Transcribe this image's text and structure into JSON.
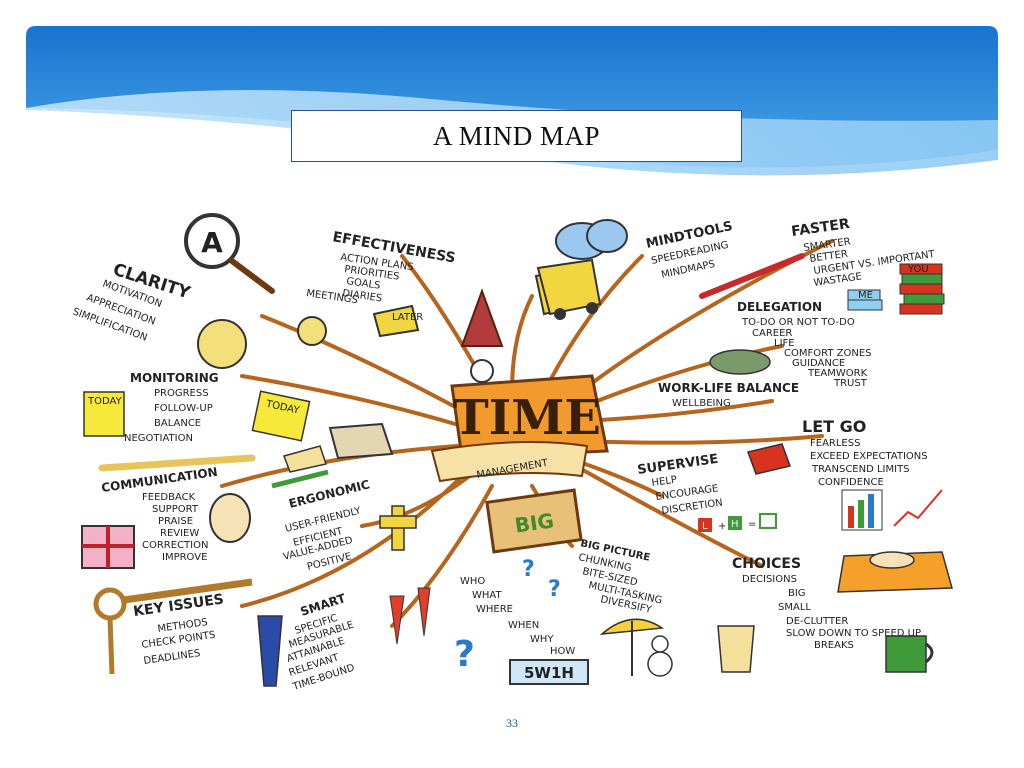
{
  "slide": {
    "title": "A MIND MAP",
    "page_number": "33",
    "colors": {
      "banner_top": "#1a78d2",
      "banner_bottom": "#7fc3f5",
      "title_border": "#2b4f8a",
      "branch": "#b5651d",
      "page_number": "#1a5aa8"
    }
  },
  "mindmap": {
    "center_word": "TIME",
    "center_sub": "MANAGEMENT",
    "branches": [
      {
        "label": "CLARITY",
        "items": [
          "MOTIVATION",
          "APPRECIATION",
          "SIMPLIFICATION"
        ]
      },
      {
        "label": "EFFECTIVENESS",
        "items": [
          "ACTION PLANS",
          "PRIORITIES",
          "GOALS",
          "DIARIES",
          "MEETINGS"
        ]
      },
      {
        "label": "MINDTOOLS",
        "items": [
          "SPEEDREADING",
          "MINDMAPS"
        ]
      },
      {
        "label": "FASTER",
        "items": [
          "SMARTER",
          "BETTER",
          "URGENT VS. IMPORTANT",
          "WASTAGE"
        ]
      },
      {
        "label": "DELEGATION",
        "items": [
          "TO-DO OR NOT TO-DO",
          "CAREER",
          "LIFE",
          "COMFORT ZONES",
          "GUIDANCE",
          "TEAMWORK",
          "TRUST"
        ]
      },
      {
        "label": "MONITORING",
        "items": [
          "PROGRESS",
          "FOLLOW-UP",
          "BALANCE",
          "NEGOTIATION"
        ]
      },
      {
        "label": "WORK-LIFE BALANCE",
        "items": [
          "WELLBEING"
        ]
      },
      {
        "label": "LET GO",
        "items": [
          "FEARLESS",
          "EXCEED EXPECTATIONS",
          "TRANSCEND LIMITS",
          "CONFIDENCE"
        ]
      },
      {
        "label": "COMMUNICATION",
        "items": [
          "FEEDBACK",
          "SUPPORT",
          "PRAISE",
          "REVIEW",
          "CORRECTION",
          "IMPROVE"
        ]
      },
      {
        "label": "ERGONOMIC",
        "items": [
          "USER-FRIENDLY",
          "EFFICIENT",
          "VALUE-ADDED",
          "POSITIVE"
        ]
      },
      {
        "label": "SUPERVISE",
        "items": [
          "HELP",
          "ENCOURAGE",
          "DISCRETION"
        ]
      },
      {
        "label": "KEY ISSUES",
        "items": [
          "METHODS",
          "CHECK POINTS",
          "DEADLINES"
        ]
      },
      {
        "label": "SMART",
        "items": [
          "SPECIFIC",
          "MEASURABLE",
          "ATTAINABLE",
          "RELEVANT",
          "TIME-BOUND"
        ]
      },
      {
        "label": "BIG PICTURE",
        "items": [
          "CHUNKING",
          "BITE-SIZED",
          "MULTI-TASKING",
          "DIVERSIFY"
        ]
      },
      {
        "label": "CHOICES",
        "items": [
          "DECISIONS",
          "BIG",
          "SMALL",
          "DE-CLUTTER",
          "SLOW DOWN TO SPEED UP",
          "BREAKS"
        ]
      },
      {
        "label": "5W1H",
        "items": [
          "WHO",
          "WHAT",
          "WHERE",
          "WHEN",
          "WHY",
          "HOW"
        ]
      }
    ],
    "illustration_text": {
      "letter_a": "A",
      "today_1": "TODAY",
      "today_2": "TODAY",
      "later": "LATER",
      "you": "YOU",
      "me": "ME",
      "big": "BIG",
      "formula": [
        "L",
        "+",
        "H",
        "="
      ]
    },
    "icons": [
      "magnifier-icon",
      "cat-icon",
      "brain-icon",
      "book-icon",
      "pencil-icon",
      "envelope-icon",
      "gift-icon",
      "key-icon",
      "tie-icon",
      "carrot-icon",
      "question-mark-icon",
      "umbrella-icon",
      "snowman-icon",
      "cake-icon",
      "mug-icon",
      "chart-icon"
    ]
  }
}
